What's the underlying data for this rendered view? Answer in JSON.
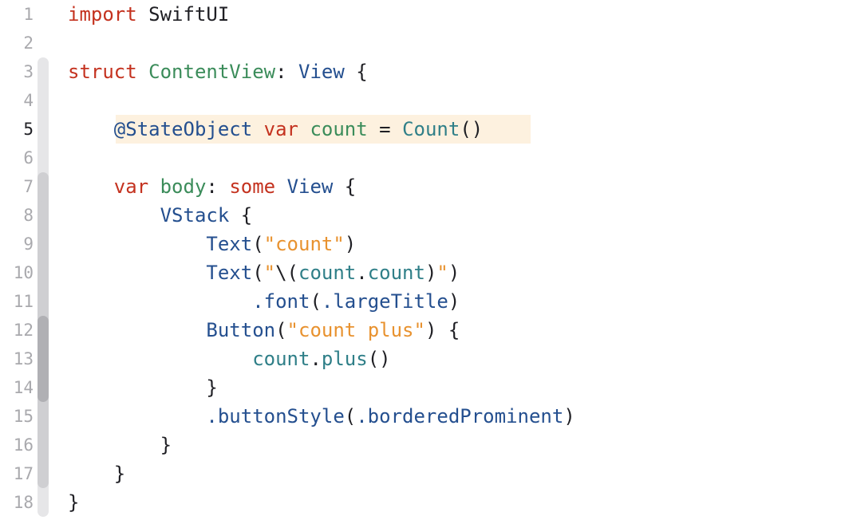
{
  "colors": {
    "background": "#ffffff",
    "plain": "#1f1f24",
    "keyword": "#c4321f",
    "declaration": "#3b8c5a",
    "type": "#244f8f",
    "string": "#e8922f",
    "member": "#2f7f88",
    "line_number": "#a9a9ad",
    "line_number_active": "#1f1f24",
    "current_line_highlight": "#fdf1df",
    "fold_ribbon": "#e6e6e8",
    "fold_ribbon_mid": "#cfcfd2",
    "fold_ribbon_deep": "#b0b0b4"
  },
  "editor": {
    "active_line": 5,
    "lines": [
      {
        "n": "1",
        "tokens": [
          {
            "t": "import",
            "c": "keyword"
          },
          {
            "t": " SwiftUI",
            "c": "plain"
          }
        ]
      },
      {
        "n": "2",
        "tokens": []
      },
      {
        "n": "3",
        "tokens": [
          {
            "t": "struct",
            "c": "keyword"
          },
          {
            "t": " ",
            "c": "plain"
          },
          {
            "t": "ContentView",
            "c": "declaration"
          },
          {
            "t": ": ",
            "c": "plain"
          },
          {
            "t": "View",
            "c": "type"
          },
          {
            "t": " {",
            "c": "plain"
          }
        ]
      },
      {
        "n": "4",
        "tokens": []
      },
      {
        "n": "5",
        "tokens": [
          {
            "t": "    ",
            "c": "plain"
          },
          {
            "t": "@StateObject",
            "c": "type"
          },
          {
            "t": " ",
            "c": "plain"
          },
          {
            "t": "var",
            "c": "keyword"
          },
          {
            "t": " ",
            "c": "plain"
          },
          {
            "t": "count",
            "c": "declaration"
          },
          {
            "t": " = ",
            "c": "plain"
          },
          {
            "t": "Count",
            "c": "member"
          },
          {
            "t": "()",
            "c": "plain"
          }
        ]
      },
      {
        "n": "6",
        "tokens": []
      },
      {
        "n": "7",
        "tokens": [
          {
            "t": "    ",
            "c": "plain"
          },
          {
            "t": "var",
            "c": "keyword"
          },
          {
            "t": " ",
            "c": "plain"
          },
          {
            "t": "body",
            "c": "declaration"
          },
          {
            "t": ": ",
            "c": "plain"
          },
          {
            "t": "some",
            "c": "keyword"
          },
          {
            "t": " ",
            "c": "plain"
          },
          {
            "t": "View",
            "c": "type"
          },
          {
            "t": " {",
            "c": "plain"
          }
        ]
      },
      {
        "n": "8",
        "tokens": [
          {
            "t": "        ",
            "c": "plain"
          },
          {
            "t": "VStack",
            "c": "type"
          },
          {
            "t": " {",
            "c": "plain"
          }
        ]
      },
      {
        "n": "9",
        "tokens": [
          {
            "t": "            ",
            "c": "plain"
          },
          {
            "t": "Text",
            "c": "type"
          },
          {
            "t": "(",
            "c": "plain"
          },
          {
            "t": "\"count\"",
            "c": "string"
          },
          {
            "t": ")",
            "c": "plain"
          }
        ]
      },
      {
        "n": "10",
        "tokens": [
          {
            "t": "            ",
            "c": "plain"
          },
          {
            "t": "Text",
            "c": "type"
          },
          {
            "t": "(",
            "c": "plain"
          },
          {
            "t": "\"",
            "c": "string"
          },
          {
            "t": "\\(",
            "c": "plain"
          },
          {
            "t": "count",
            "c": "member"
          },
          {
            "t": ".",
            "c": "plain"
          },
          {
            "t": "count",
            "c": "member"
          },
          {
            "t": ")",
            "c": "plain"
          },
          {
            "t": "\"",
            "c": "string"
          },
          {
            "t": ")",
            "c": "plain"
          }
        ]
      },
      {
        "n": "11",
        "tokens": [
          {
            "t": "                ",
            "c": "plain"
          },
          {
            "t": ".font",
            "c": "type"
          },
          {
            "t": "(",
            "c": "plain"
          },
          {
            "t": ".largeTitle",
            "c": "type"
          },
          {
            "t": ")",
            "c": "plain"
          }
        ]
      },
      {
        "n": "12",
        "tokens": [
          {
            "t": "            ",
            "c": "plain"
          },
          {
            "t": "Button",
            "c": "type"
          },
          {
            "t": "(",
            "c": "plain"
          },
          {
            "t": "\"count plus\"",
            "c": "string"
          },
          {
            "t": ") {",
            "c": "plain"
          }
        ]
      },
      {
        "n": "13",
        "tokens": [
          {
            "t": "                ",
            "c": "plain"
          },
          {
            "t": "count",
            "c": "member"
          },
          {
            "t": ".",
            "c": "plain"
          },
          {
            "t": "plus",
            "c": "member"
          },
          {
            "t": "()",
            "c": "plain"
          }
        ]
      },
      {
        "n": "14",
        "tokens": [
          {
            "t": "            }",
            "c": "plain"
          }
        ]
      },
      {
        "n": "15",
        "tokens": [
          {
            "t": "            ",
            "c": "plain"
          },
          {
            "t": ".buttonStyle",
            "c": "type"
          },
          {
            "t": "(",
            "c": "plain"
          },
          {
            "t": ".borderedProminent",
            "c": "type"
          },
          {
            "t": ")",
            "c": "plain"
          }
        ]
      },
      {
        "n": "16",
        "tokens": [
          {
            "t": "        }",
            "c": "plain"
          }
        ]
      },
      {
        "n": "17",
        "tokens": [
          {
            "t": "    }",
            "c": "plain"
          }
        ]
      },
      {
        "n": "18",
        "tokens": [
          {
            "t": "}",
            "c": "plain"
          }
        ]
      }
    ]
  }
}
